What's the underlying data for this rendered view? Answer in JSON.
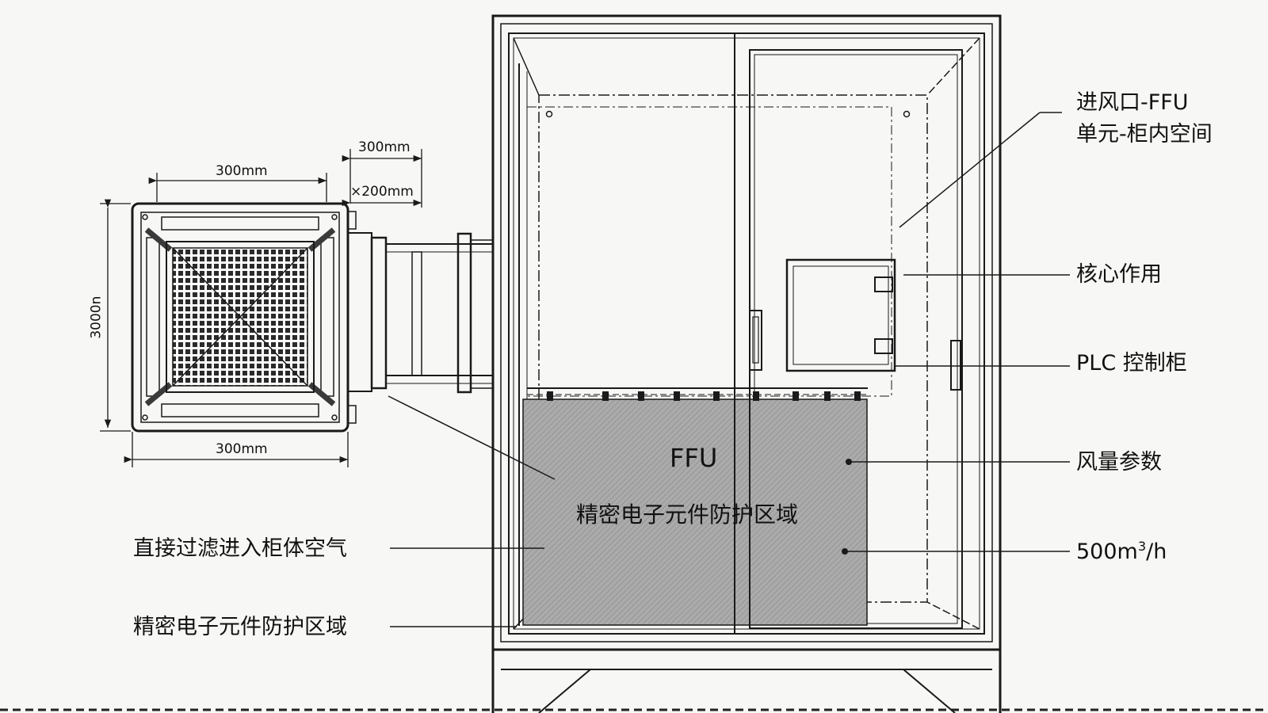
{
  "colors": {
    "background": "#f7f7f5",
    "line": "#1a1a1a",
    "ffu_fill": "#a8a8a8"
  },
  "dimensions": {
    "fan_top_width": "300mm",
    "fan_bottom_width": "300mm",
    "fan_height": "3000n",
    "duct_length": "300mm",
    "duct_size": "×200mm"
  },
  "callouts": {
    "intake_line1": "进风口-FFU",
    "intake_line2": "单元-柜内空间",
    "core_function": "核心作用",
    "plc_cabinet": "PLC 控制柜",
    "airflow_params": "风量参数",
    "airflow_value": "500m",
    "airflow_sup": "3",
    "airflow_unit": "/h",
    "filter_air": "直接过滤进入柜体空气",
    "protect_zone": "精密电子元件防护区域"
  },
  "ffu_panel": {
    "title": "FFU",
    "subtitle": "精密电子元件防护区域"
  },
  "icons": [
    "fan-grille-icon",
    "door-handle-icon",
    "hinge-icon"
  ]
}
